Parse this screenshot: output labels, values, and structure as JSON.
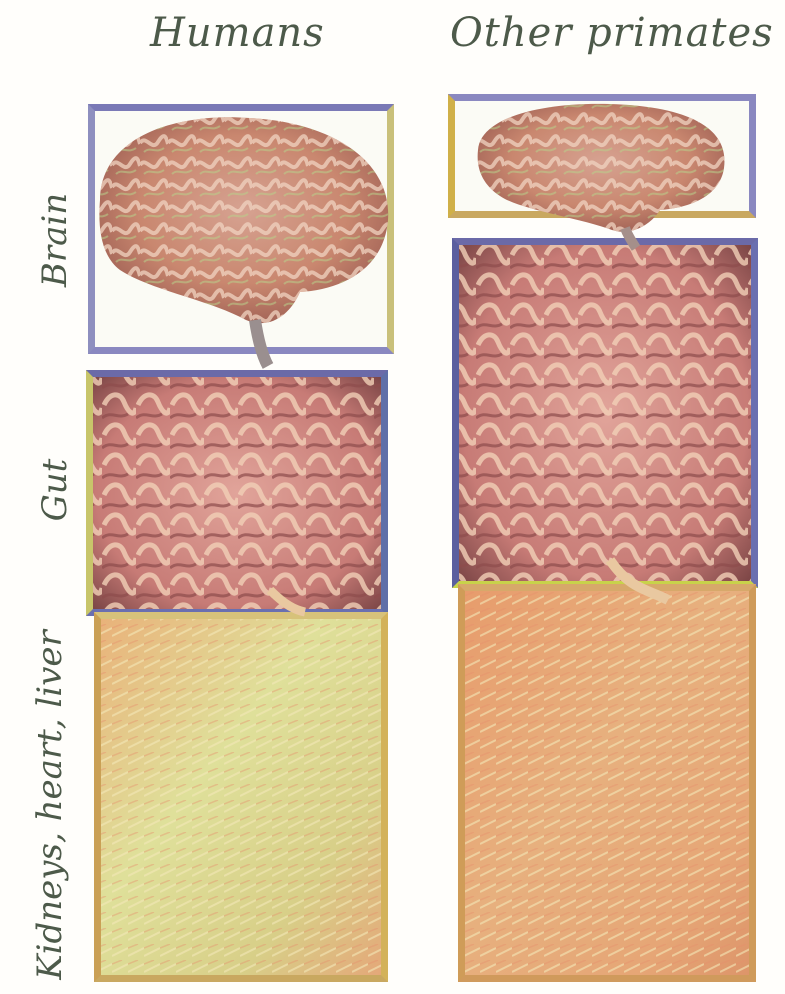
{
  "columns": {
    "humans": "Humans",
    "primates": "Other primates"
  },
  "rows": {
    "brain": "Brain",
    "gut": "Gut",
    "organs": "Kidneys, heart, liver"
  },
  "colors": {
    "frame_blue": "#7a79b6",
    "frame_yellow": "#d0b048",
    "brain_pink": "#d88f86",
    "gut_dark": "#7a3d3d",
    "organ_orange": "#e2a06f",
    "organ_green": "#d8dc8c"
  }
}
